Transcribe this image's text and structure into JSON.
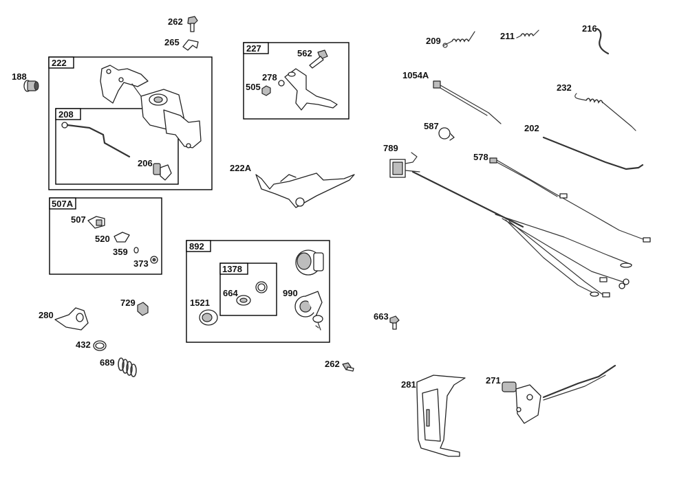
{
  "callouts": {
    "p262a": "262",
    "p265": "265",
    "p188": "188",
    "p222": "222",
    "p208": "208",
    "p206": "206",
    "p227": "227",
    "p562": "562",
    "p278": "278",
    "p505": "505",
    "p209": "209",
    "p211": "211",
    "p216": "216",
    "p1054a": "1054A",
    "p232": "232",
    "p587": "587",
    "p202": "202",
    "p789": "789",
    "p578": "578",
    "p222a": "222A",
    "p507a": "507A",
    "p507": "507",
    "p520": "520",
    "p359": "359",
    "p373": "373",
    "p892": "892",
    "p1378": "1378",
    "p664": "664",
    "p1521": "1521",
    "p990": "990",
    "p280": "280",
    "p729": "729",
    "p432": "432",
    "p689": "689",
    "p663": "663",
    "p262b": "262",
    "p281": "281",
    "p271": "271"
  }
}
